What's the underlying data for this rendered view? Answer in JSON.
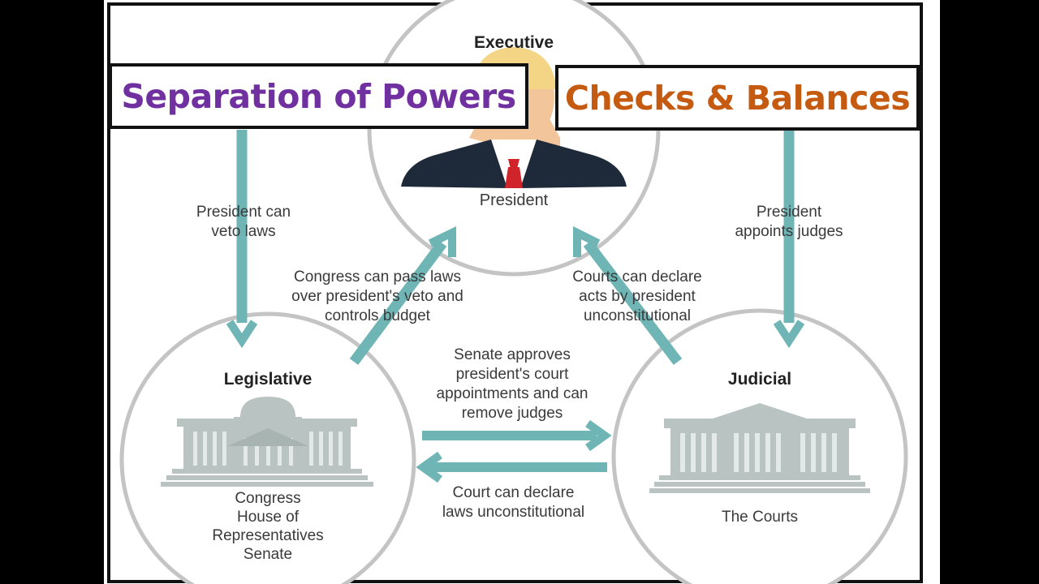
{
  "titles": {
    "separation": "Separation of Powers",
    "checks": "Checks & Balances"
  },
  "colors": {
    "separation": "#7030a0",
    "checks": "#c55a11",
    "arrow": "#6fb5b5",
    "circle_stroke": "#c4c4c4",
    "building": "#b9c4c2"
  },
  "branches": {
    "executive": {
      "title": "Executive",
      "caption": "President"
    },
    "legislative": {
      "title": "Legislative",
      "caption": "Congress\nHouse of\nRepresentatives\nSenate"
    },
    "judicial": {
      "title": "Judicial",
      "caption": "The Courts"
    }
  },
  "checks": {
    "veto": "President can\nveto laws",
    "override": "Congress can pass laws\nover president's veto and\ncontrols budget",
    "courts_vs_president": "Courts can declare\nacts by president\nunconstitutional",
    "appoints": "President\nappoints judges",
    "senate": "Senate approves\npresident's court\nappointments and can\nremove judges",
    "court_laws": "Court can declare\nlaws unconstitutional"
  }
}
